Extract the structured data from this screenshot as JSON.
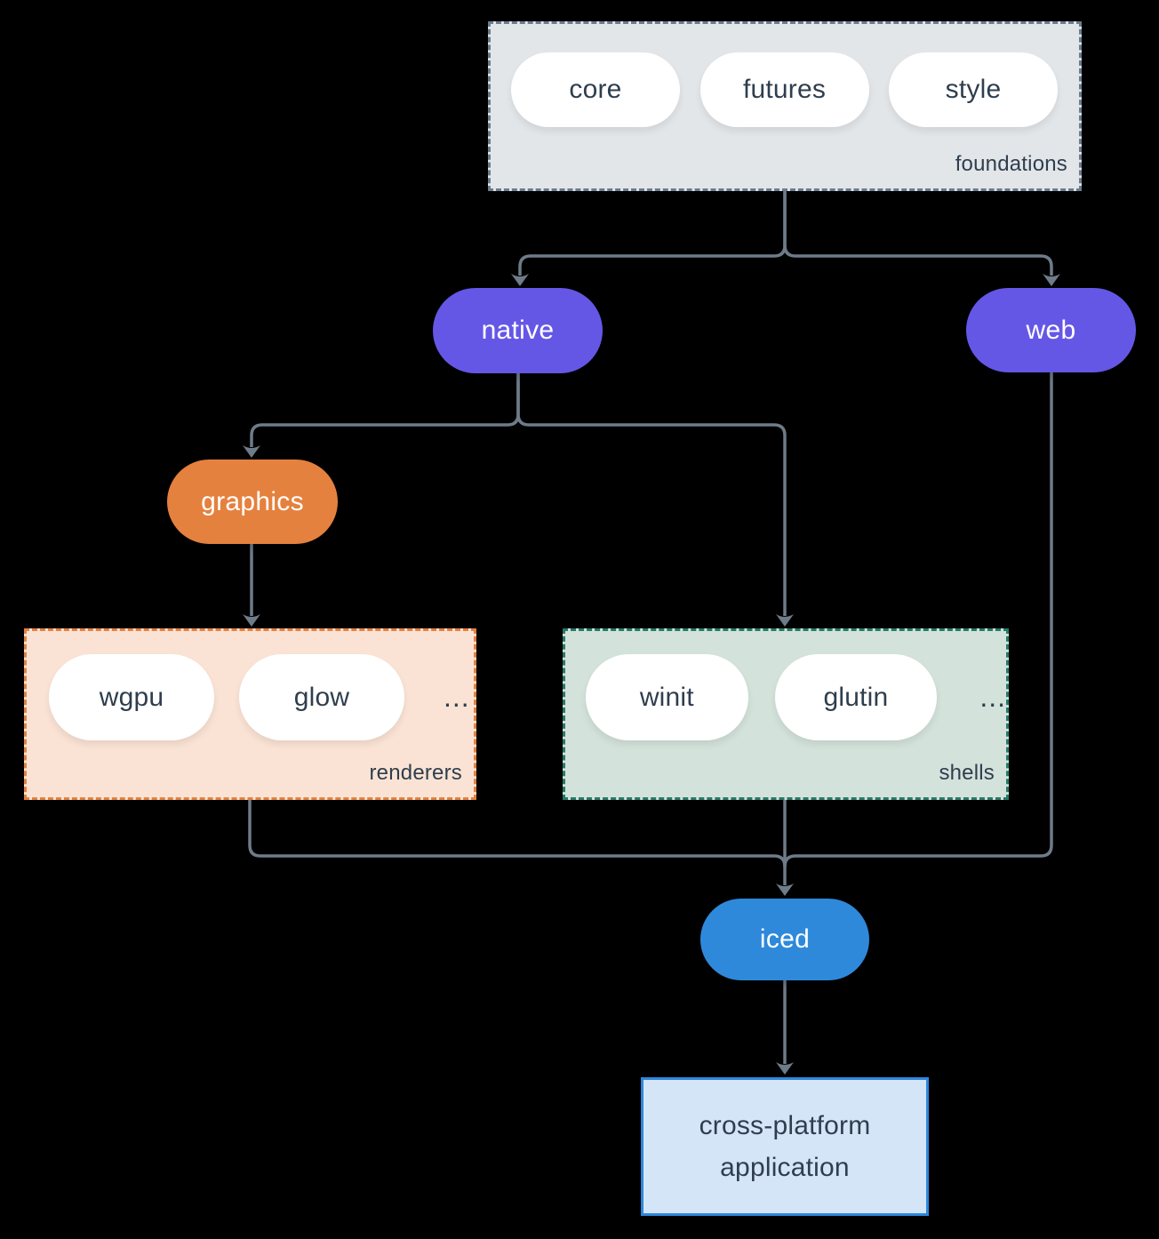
{
  "diagram": {
    "background": "#000000",
    "edge_color": "#6E7B89",
    "text_color": "#2F3E4E",
    "groups": {
      "foundations": {
        "label": "foundations",
        "fill": "#E2E6E9",
        "border": "#6B7C8C",
        "pills": {
          "core": "core",
          "futures": "futures",
          "style": "style"
        }
      },
      "renderers": {
        "label": "renderers",
        "fill": "#FAE3D4",
        "border": "#E5813E",
        "pills": {
          "wgpu": "wgpu",
          "glow": "glow"
        },
        "ellipsis": "..."
      },
      "shells": {
        "label": "shells",
        "fill": "#D3E2DA",
        "border": "#27796A",
        "pills": {
          "winit": "winit",
          "glutin": "glutin"
        },
        "ellipsis": "..."
      }
    },
    "nodes": {
      "native": {
        "label": "native",
        "fill": "#6557E6"
      },
      "web": {
        "label": "web",
        "fill": "#6557E6"
      },
      "graphics": {
        "label": "graphics",
        "fill": "#E5813E"
      },
      "iced": {
        "label": "iced",
        "fill": "#2E89DB"
      },
      "application": {
        "label": "cross-platform application",
        "line1": "cross-platform",
        "line2": "application",
        "fill": "#D4E5F7",
        "border": "#2E86DB"
      }
    }
  }
}
